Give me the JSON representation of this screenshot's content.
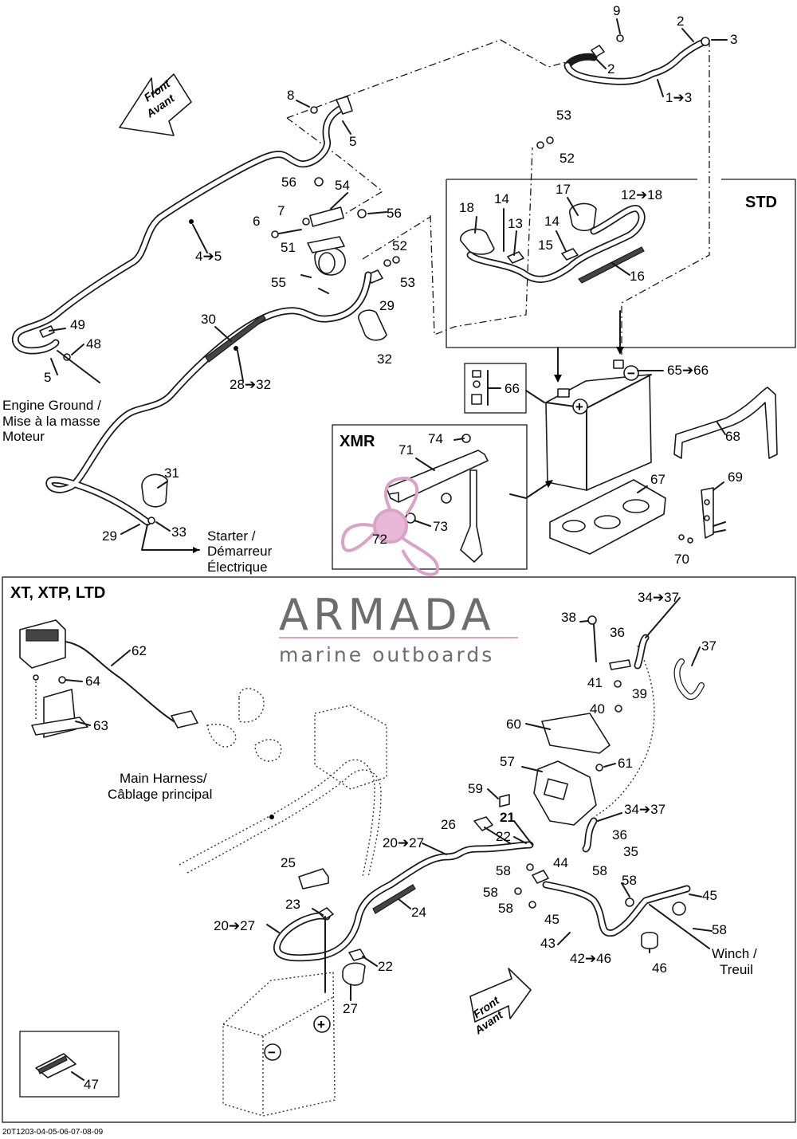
{
  "labels": {
    "l9": "9",
    "l2a": "2",
    "l3a": "3",
    "l2b": "2",
    "l1to3": "1➔3",
    "l8": "8",
    "l5a": "5",
    "l53a": "53",
    "l52a": "52",
    "l56a": "56",
    "l54": "54",
    "l7": "7",
    "l56b": "56",
    "l6": "6",
    "l51": "51",
    "l52b": "52",
    "l53b": "53",
    "l55": "55",
    "l29a": "29",
    "l32": "32",
    "l4to5": "4➔5",
    "l30": "30",
    "l28to32": "28➔32",
    "l49": "49",
    "l48": "48",
    "l5b": "5",
    "l31": "31",
    "l29b": "29",
    "l33": "33",
    "l18": "18",
    "l14a": "14",
    "l13": "13",
    "l17": "17",
    "l12to18": "12➔18",
    "l14b": "14",
    "l15": "15",
    "l16": "16",
    "l66": "66",
    "l65to66": "65➔66",
    "l68": "68",
    "l67": "67",
    "l69": "69",
    "l70": "70",
    "l74": "74",
    "l71": "71",
    "l72": "72",
    "l73": "73",
    "l62": "62",
    "l64": "64",
    "l63": "63",
    "l38": "38",
    "l34to37a": "34➔37",
    "l36a": "36",
    "l37": "37",
    "l41": "41",
    "l39": "39",
    "l40": "40",
    "l60": "60",
    "l61": "61",
    "l57": "57",
    "l59": "59",
    "l21": "21",
    "l26": "26",
    "l22a": "22",
    "l34to37b": "34➔37",
    "l36b": "36",
    "l35": "35",
    "l20to27a": "20➔27",
    "l58a": "58",
    "l44": "44",
    "l58b": "58",
    "l58c": "58",
    "l58d": "58",
    "l58e": "58",
    "l45a": "45",
    "l45b": "45",
    "l58f": "58",
    "l43": "43",
    "l42to46": "42➔46",
    "l46": "46",
    "l25": "25",
    "l24": "24",
    "l23": "23",
    "l20to27b": "20➔27",
    "l22b": "22",
    "l27": "27",
    "l47": "47"
  },
  "callouts": {
    "engine_ground_1": "Engine Ground /",
    "engine_ground_2": "Mise à la masse",
    "engine_ground_3": "Moteur",
    "starter_1": "Starter /",
    "starter_2": "Démarreur",
    "starter_3": "Électrique",
    "main_harness_1": "Main Harness/",
    "main_harness_2": "Câblage principal",
    "winch_1": "Winch /",
    "winch_2": "Treuil"
  },
  "front_arrow": {
    "line1": "Front",
    "line2": "Avant"
  },
  "panels": {
    "std": "STD",
    "xmr": "XMR",
    "xt": "XT, XTP, LTD"
  },
  "watermark": {
    "name": "ARMADA",
    "tagline": "marine outboards",
    "accent_color": "#d9a3c8",
    "text_color": "#6d6d6d"
  },
  "footer_code": "20T1203-04-05-06-07-08-09"
}
